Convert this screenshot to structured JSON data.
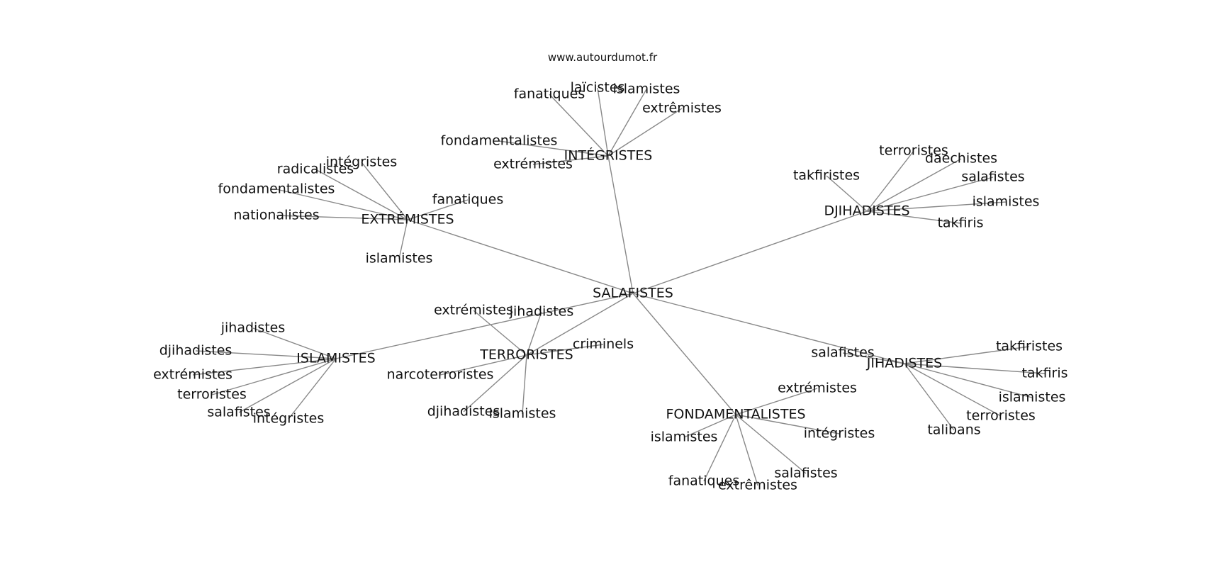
{
  "watermark": "www.autourdumot.fr",
  "colors": {
    "edge": "#888888",
    "text": "#111111",
    "background": "#ffffff"
  },
  "graph": {
    "center": "SALAFISTES",
    "clusters": [
      {
        "label": "INTÉGRISTES",
        "words": [
          "fanatiques",
          "laïcistes",
          "islamistes",
          "extrêmistes",
          "fondamentalistes",
          "extrémistes"
        ]
      },
      {
        "label": "EXTRÉMISTES",
        "words": [
          "radicalistes",
          "intégristes",
          "fondamentalistes",
          "nationalistes",
          "fanatiques",
          "islamistes"
        ]
      },
      {
        "label": "DJIHADISTES",
        "words": [
          "terroristes",
          "daechistes",
          "takfiristes",
          "salafistes",
          "islamistes",
          "takfiris"
        ]
      },
      {
        "label": "ISLAMISTES",
        "words": [
          "jihadistes",
          "djihadistes",
          "extrémistes",
          "terroristes",
          "salafistes",
          "intégristes"
        ]
      },
      {
        "label": "TERRORISTES",
        "words": [
          "extrémistes",
          "jihadistes",
          "criminels",
          "narcoterroristes",
          "djihadistes",
          "islamistes"
        ]
      },
      {
        "label": "JIHADISTES",
        "words": [
          "salafistes",
          "takfiristes",
          "takfiris",
          "islamistes",
          "terroristes",
          "talibans"
        ]
      },
      {
        "label": "FONDAMENTALISTES",
        "words": [
          "extrémistes",
          "islamistes",
          "intégristes",
          "salafistes",
          "fanatiques",
          "extrêmistes"
        ]
      }
    ]
  }
}
